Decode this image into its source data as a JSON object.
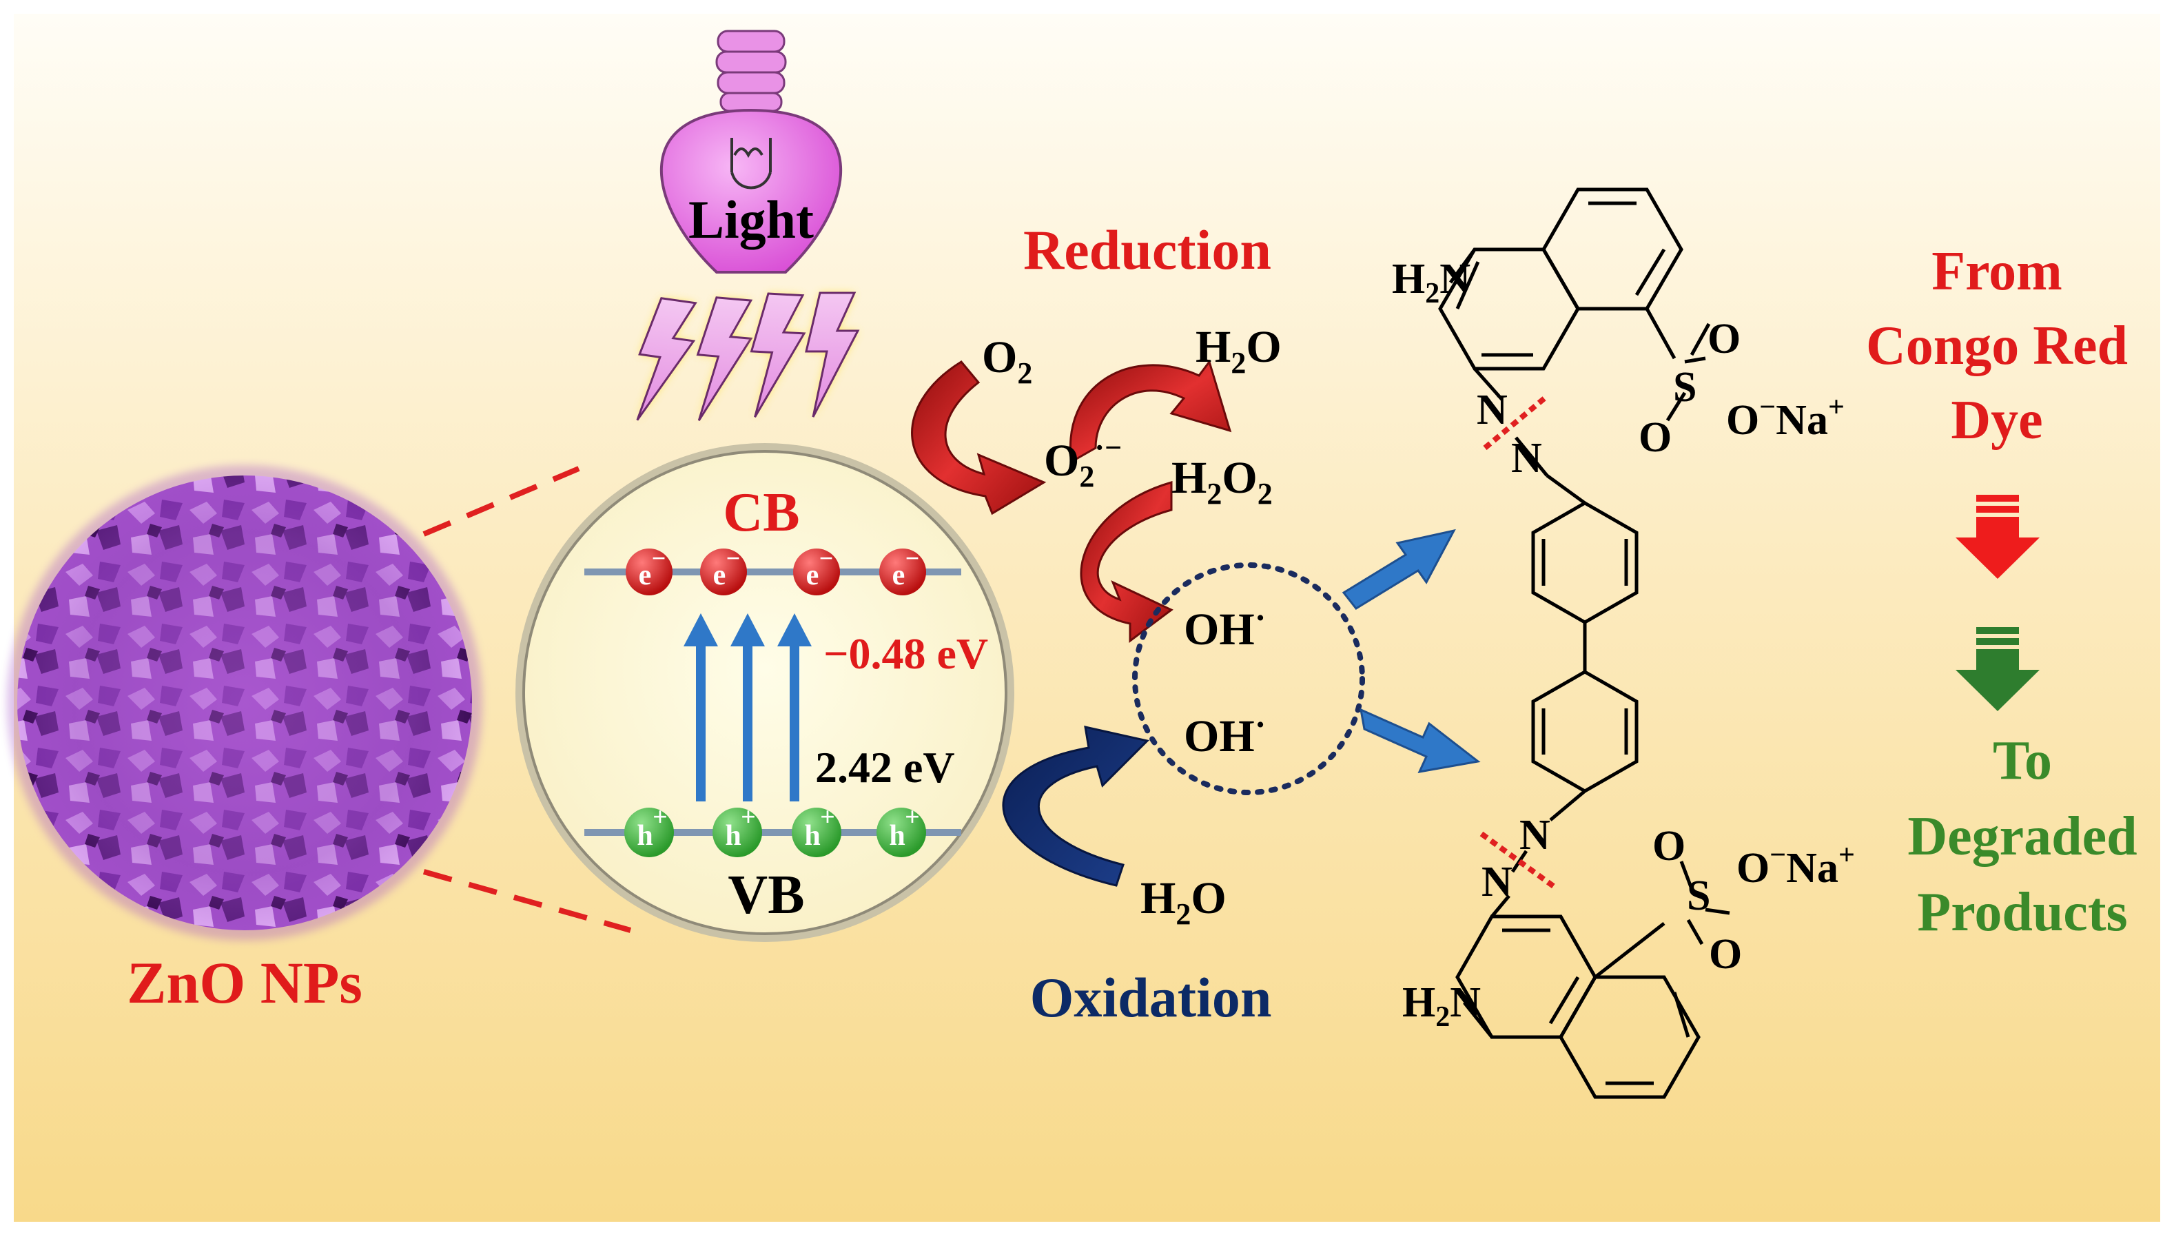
{
  "colors": {
    "red_label": "#e01b1b",
    "navy_label": "#0c2a66",
    "green_label": "#3a8a2a",
    "electron": "#d42020",
    "hole": "#3aaa3a",
    "band_line": "#7f96b2",
    "excite_arrow": "#2f78c8",
    "blue_arrow": "#2f78c8",
    "bulb": "#e56ae3",
    "nanoparticle": "#a04fc6"
  },
  "icons": [
    "light-bulb-icon",
    "lightning-bolt-icon",
    "nanoparticle-image",
    "curved-arrow-icon",
    "block-arrow-icon"
  ],
  "light": {
    "label": "Light"
  },
  "particle": {
    "label": "ZnO NPs"
  },
  "band": {
    "cb": "CB",
    "vb": "VB",
    "cb_potential": "−0.48 eV",
    "band_gap": "2.42 eV",
    "electron_symbol": "e",
    "electron_charge": "−",
    "hole_symbol": "h",
    "hole_charge": "+"
  },
  "reduction": {
    "title": "Reduction",
    "o2": "O",
    "o2_sub": "2",
    "superoxide": "O",
    "superoxide_sub": "2",
    "superoxide_sup": "·−",
    "h2o": "H",
    "h2o_sub": "2",
    "h2o_tail": "O",
    "h2o2": "H",
    "h2o2_sub1": "2",
    "h2o2_mid": "O",
    "h2o2_sub2": "2"
  },
  "radical": {
    "species": "OH",
    "dot": "·"
  },
  "oxidation": {
    "title": "Oxidation",
    "h2o": "H",
    "h2o_sub": "2",
    "h2o_tail": "O"
  },
  "molecule": {
    "amine": "H",
    "amine_sub": "2",
    "amine_tail": "N",
    "nitrogen": "N",
    "sulfur": "S",
    "oxygen": "O",
    "sodium": "O",
    "sodium_sup1": "−",
    "sodium_mid": "Na",
    "sodium_sup2": "+"
  },
  "legend": {
    "from": [
      "From",
      "Congo Red",
      "Dye"
    ],
    "to": [
      "To",
      "Degraded",
      "Products"
    ]
  }
}
